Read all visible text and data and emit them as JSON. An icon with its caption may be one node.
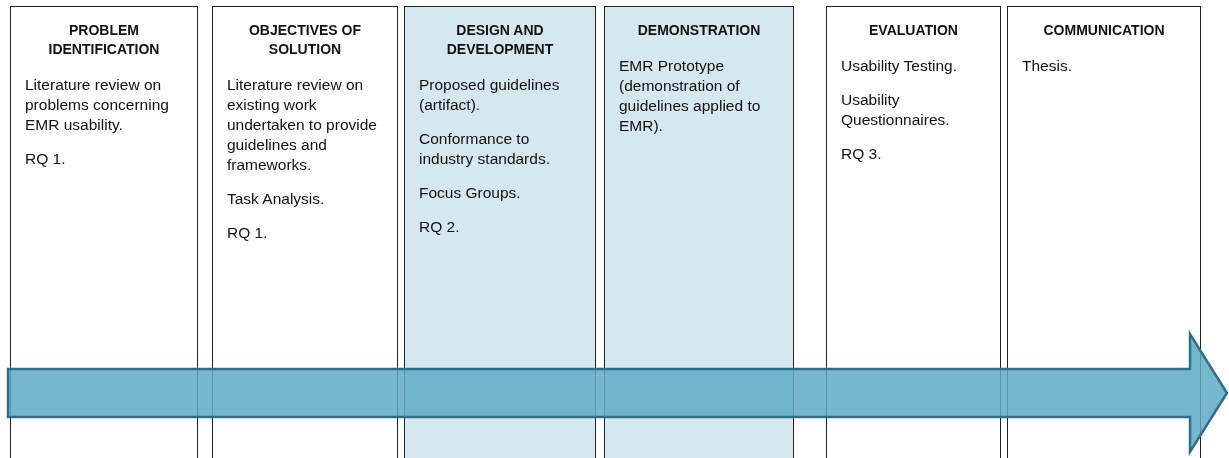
{
  "diagram": {
    "nodes": [
      {
        "text": [
          "PROBLEM IDENTIFICATION",
          "Literature review on problems concerning EMR usability.",
          "RQ 1."
        ]
      },
      {
        "text": [
          "OBJECTIVES OF SOLUTION",
          "Literature review on existing work undertaken to provide guidelines and frameworks.",
          "Task Analysis.",
          "RQ 1."
        ]
      },
      {
        "text": [
          "DESIGN AND DEVELOPMENT",
          "Proposed guidelines (artifact).",
          "Conformance to industry standards.",
          "Focus Groups.",
          "RQ 2."
        ]
      },
      {
        "text": [
          "DEMONSTRATION",
          "EMR Prototype (demonstration of guidelines applied to EMR)."
        ]
      },
      {
        "text": [
          "EVALUATION",
          "Usability Testing.",
          "Usability Questionnaires.",
          "RQ 3."
        ]
      },
      {
        "text": [
          "COMMUNICATION",
          "Thesis."
        ]
      }
    ]
  }
}
